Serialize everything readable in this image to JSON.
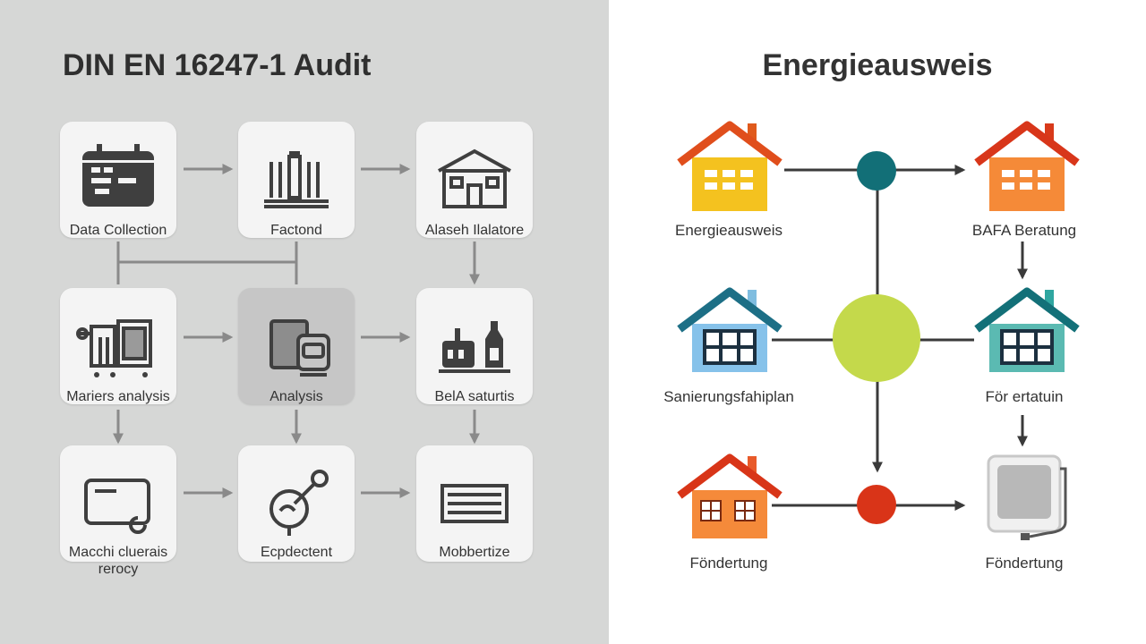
{
  "left_panel": {
    "title": "DIN EN 16247-1 Audit",
    "nodes": [
      {
        "label": "Data Collection",
        "icon": "calendar-icon"
      },
      {
        "label": "Factond",
        "icon": "columns-icon"
      },
      {
        "label": "Alaseh Ilalatore",
        "icon": "building-icon"
      },
      {
        "label": "Mariers analysis",
        "icon": "machine-icon"
      },
      {
        "label": "Analysis",
        "icon": "device-icon"
      },
      {
        "label": "BelA saturtis",
        "icon": "factory-icon"
      },
      {
        "label": "Macchi cluerais\nrerocy",
        "icon": "monitor-icon"
      },
      {
        "label": "Ecpdectent",
        "icon": "gauge-icon"
      },
      {
        "label": "Mobbertize",
        "icon": "panel-icon"
      }
    ]
  },
  "right_panel": {
    "title": "Energieausweis",
    "nodes": [
      {
        "label": "Energieausweis",
        "icon": "house-yellow-icon"
      },
      {
        "label": "BAFA Beratung",
        "icon": "house-orange-icon"
      },
      {
        "label": "Sanierungsfahiplan",
        "icon": "house-blue-icon"
      },
      {
        "label": "För ertatuin",
        "icon": "house-teal-icon"
      },
      {
        "label": "Föndertung",
        "icon": "house-red-icon"
      },
      {
        "label": "Föndertung",
        "icon": "device-icon"
      }
    ]
  },
  "colors": {
    "left_bg": "#d6d7d6",
    "arrow_gray": "#8a8a8a",
    "node_teal": "#126f77",
    "node_lime": "#c4d94b",
    "node_red": "#d93418"
  }
}
